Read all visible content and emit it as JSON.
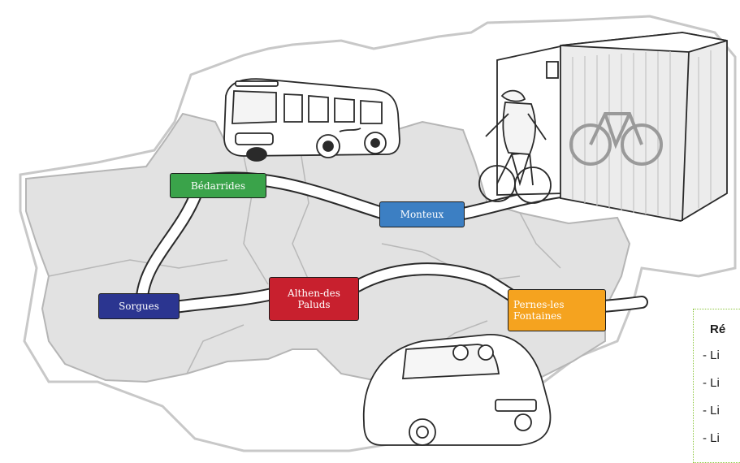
{
  "stops": {
    "bedarrides": {
      "label": "Bédarrides",
      "color": "#3aa34a"
    },
    "monteux": {
      "label": "Monteux",
      "color": "#3c7fc3"
    },
    "sorgues": {
      "label": "Sorgues",
      "color": "#2b3590"
    },
    "althen": {
      "label": "Althen-des Paluds",
      "color": "#c8202e"
    },
    "pernes": {
      "label": "Pernes-les Fontaines",
      "color": "#f5a31f"
    }
  },
  "legend": {
    "title": "Ré",
    "lines": [
      "- Li",
      "- Li",
      "- Li",
      "- Li"
    ],
    "border_color": "#8dc63f"
  },
  "map_fill_color": "#e2e2e2"
}
